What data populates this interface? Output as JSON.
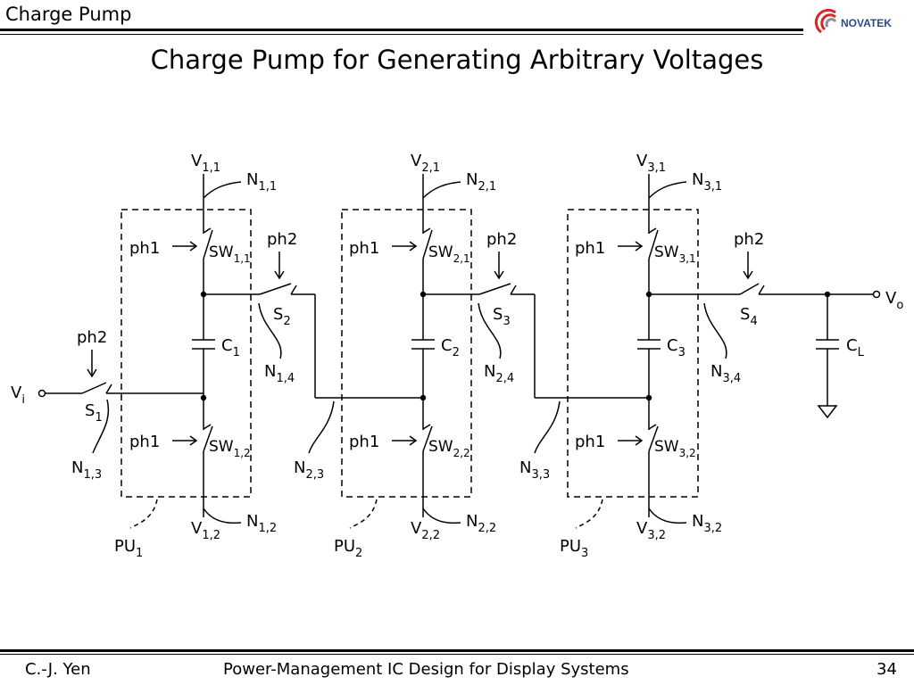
{
  "header": {
    "section_title": "Charge Pump",
    "logo_text": "NOVATEK"
  },
  "slide": {
    "title": "Charge Pump for Generating Arbitrary Voltages"
  },
  "footer": {
    "author": "C.-J. Yen",
    "course": "Power-Management IC Design for Display Systems",
    "page": "34"
  },
  "circuit": {
    "input": {
      "main": "V",
      "sub": "i"
    },
    "output": {
      "main": "V",
      "sub": "o"
    },
    "load_cap": {
      "main": "C",
      "sub": "L"
    },
    "input_switch": {
      "phase": "ph2",
      "name_main": "S",
      "name_sub": "1",
      "node_main": "N",
      "node_sub": "1,3"
    },
    "output_switch": {
      "phase": "ph2",
      "name_main": "S",
      "name_sub": "4",
      "node_main": "N",
      "node_sub": "3,4"
    },
    "stages": [
      {
        "top_v": {
          "main": "V",
          "sub": "1,1"
        },
        "top_n": {
          "main": "N",
          "sub": "1,1"
        },
        "bot_v": {
          "main": "V",
          "sub": "1,2"
        },
        "bot_n": {
          "main": "N",
          "sub": "1,2"
        },
        "sw_top": {
          "phase": "ph1",
          "main": "SW",
          "sub": "1,1"
        },
        "sw_bot": {
          "phase": "ph1",
          "main": "SW",
          "sub": "1,2"
        },
        "cap": {
          "main": "C",
          "sub": "1"
        },
        "unit": {
          "main": "PU",
          "sub": "1"
        },
        "tx": {
          "phase": "ph2",
          "main": "S",
          "sub": "2"
        },
        "tx_node": {
          "main": "N",
          "sub": "1,4"
        },
        "in_node": null
      },
      {
        "top_v": {
          "main": "V",
          "sub": "2,1"
        },
        "top_n": {
          "main": "N",
          "sub": "2,1"
        },
        "bot_v": {
          "main": "V",
          "sub": "2,2"
        },
        "bot_n": {
          "main": "N",
          "sub": "2,2"
        },
        "sw_top": {
          "phase": "ph1",
          "main": "SW",
          "sub": "2,1"
        },
        "sw_bot": {
          "phase": "ph1",
          "main": "SW",
          "sub": "2,2"
        },
        "cap": {
          "main": "C",
          "sub": "2"
        },
        "unit": {
          "main": "PU",
          "sub": "2"
        },
        "tx": {
          "phase": "ph2",
          "main": "S",
          "sub": "3"
        },
        "tx_node": {
          "main": "N",
          "sub": "2,4"
        },
        "in_node": {
          "main": "N",
          "sub": "2,3"
        }
      },
      {
        "top_v": {
          "main": "V",
          "sub": "3,1"
        },
        "top_n": {
          "main": "N",
          "sub": "3,1"
        },
        "bot_v": {
          "main": "V",
          "sub": "3,2"
        },
        "bot_n": {
          "main": "N",
          "sub": "3,2"
        },
        "sw_top": {
          "phase": "ph1",
          "main": "SW",
          "sub": "3,1"
        },
        "sw_bot": {
          "phase": "ph1",
          "main": "SW",
          "sub": "3,2"
        },
        "cap": {
          "main": "C",
          "sub": "3"
        },
        "unit": {
          "main": "PU",
          "sub": "3"
        },
        "tx": null,
        "tx_node": null,
        "in_node": {
          "main": "N",
          "sub": "3,3"
        }
      }
    ]
  }
}
